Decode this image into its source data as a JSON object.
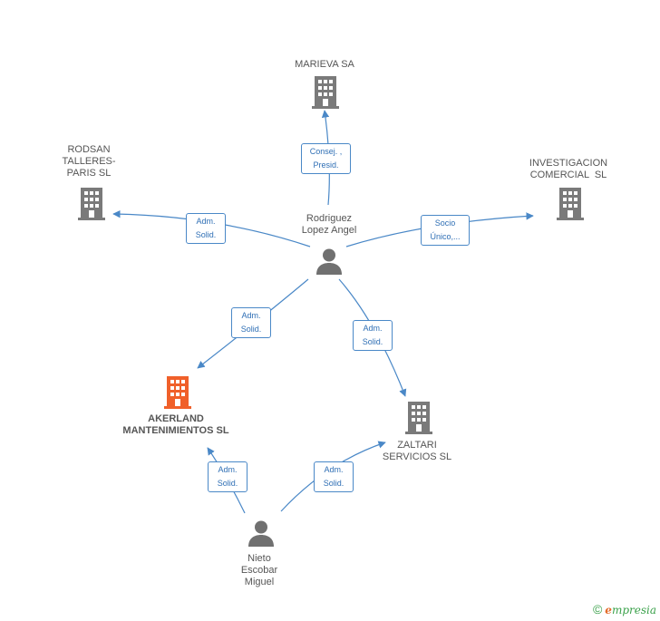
{
  "companies": {
    "marieva": {
      "label": "MARIEVA SA"
    },
    "rodsan": {
      "label_lines": [
        "RODSAN",
        "TALLERES-",
        "PARIS SL"
      ]
    },
    "investigacion": {
      "label_lines": [
        "INVESTIGACION",
        "COMERCIAL  SL"
      ]
    },
    "akerland": {
      "label_lines": [
        "AKERLAND",
        "MANTENIMIENTOS SL"
      ]
    },
    "zaltari": {
      "label_lines": [
        "ZALTARI",
        "SERVICIOS SL"
      ]
    }
  },
  "persons": {
    "rodriguez": {
      "label_lines": [
        "Rodriguez",
        "Lopez Angel"
      ]
    },
    "nieto": {
      "label_lines": [
        "Nieto",
        "Escobar",
        "Miguel"
      ]
    }
  },
  "relations": {
    "rodriguez_marieva": [
      "Consej. ,",
      "Presid."
    ],
    "rodriguez_rodsan": [
      "Adm.",
      "Solid."
    ],
    "rodriguez_investigacion": [
      "Socio",
      "Único,..."
    ],
    "rodriguez_akerland": [
      "Adm.",
      "Solid."
    ],
    "rodriguez_zaltari": [
      "Adm.",
      "Solid."
    ],
    "nieto_akerland": [
      "Adm.",
      "Solid."
    ],
    "nieto_zaltari": [
      "Adm.",
      "Solid."
    ]
  },
  "colors": {
    "edge": "#4a88c7",
    "company_icon": "#7a7a7a",
    "main_company_icon": "#f0602a",
    "person_icon": "#707070"
  },
  "footer": {
    "copyright": "©",
    "brand_first": "e",
    "brand_rest": "mpresia"
  }
}
